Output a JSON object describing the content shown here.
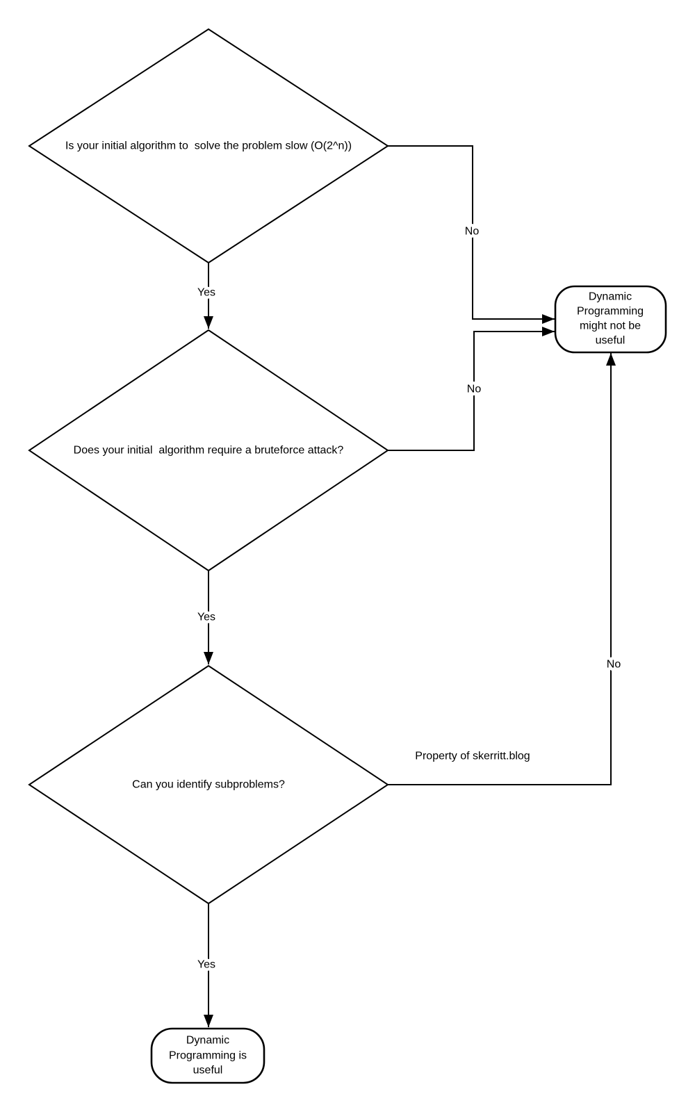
{
  "diagram": {
    "background_color": "#ffffff",
    "line_color": "#000000",
    "text_color": "#000000",
    "nodes": {
      "decision1": {
        "shape": "diamond",
        "label": "Is your initial algorithm to  solve the problem slow (O(2^n))"
      },
      "decision2": {
        "shape": "diamond",
        "label": "Does your initial  algorithm require a bruteforce attack?"
      },
      "decision3": {
        "shape": "diamond",
        "label": "Can you identify subproblems?"
      },
      "outcome_not_useful": {
        "shape": "rounded-rect",
        "lines": [
          "Dynamic",
          "Programming",
          "might not be",
          "useful"
        ]
      },
      "outcome_useful": {
        "shape": "rounded-rect",
        "lines": [
          "Dynamic",
          "Programming is",
          "useful"
        ]
      }
    },
    "edge_labels": {
      "decision1_yes": "Yes",
      "decision1_no": "No",
      "decision2_yes": "Yes",
      "decision2_no": "No",
      "decision3_yes": "Yes",
      "decision3_no": "No"
    },
    "watermark": "Property of skerritt.blog"
  }
}
